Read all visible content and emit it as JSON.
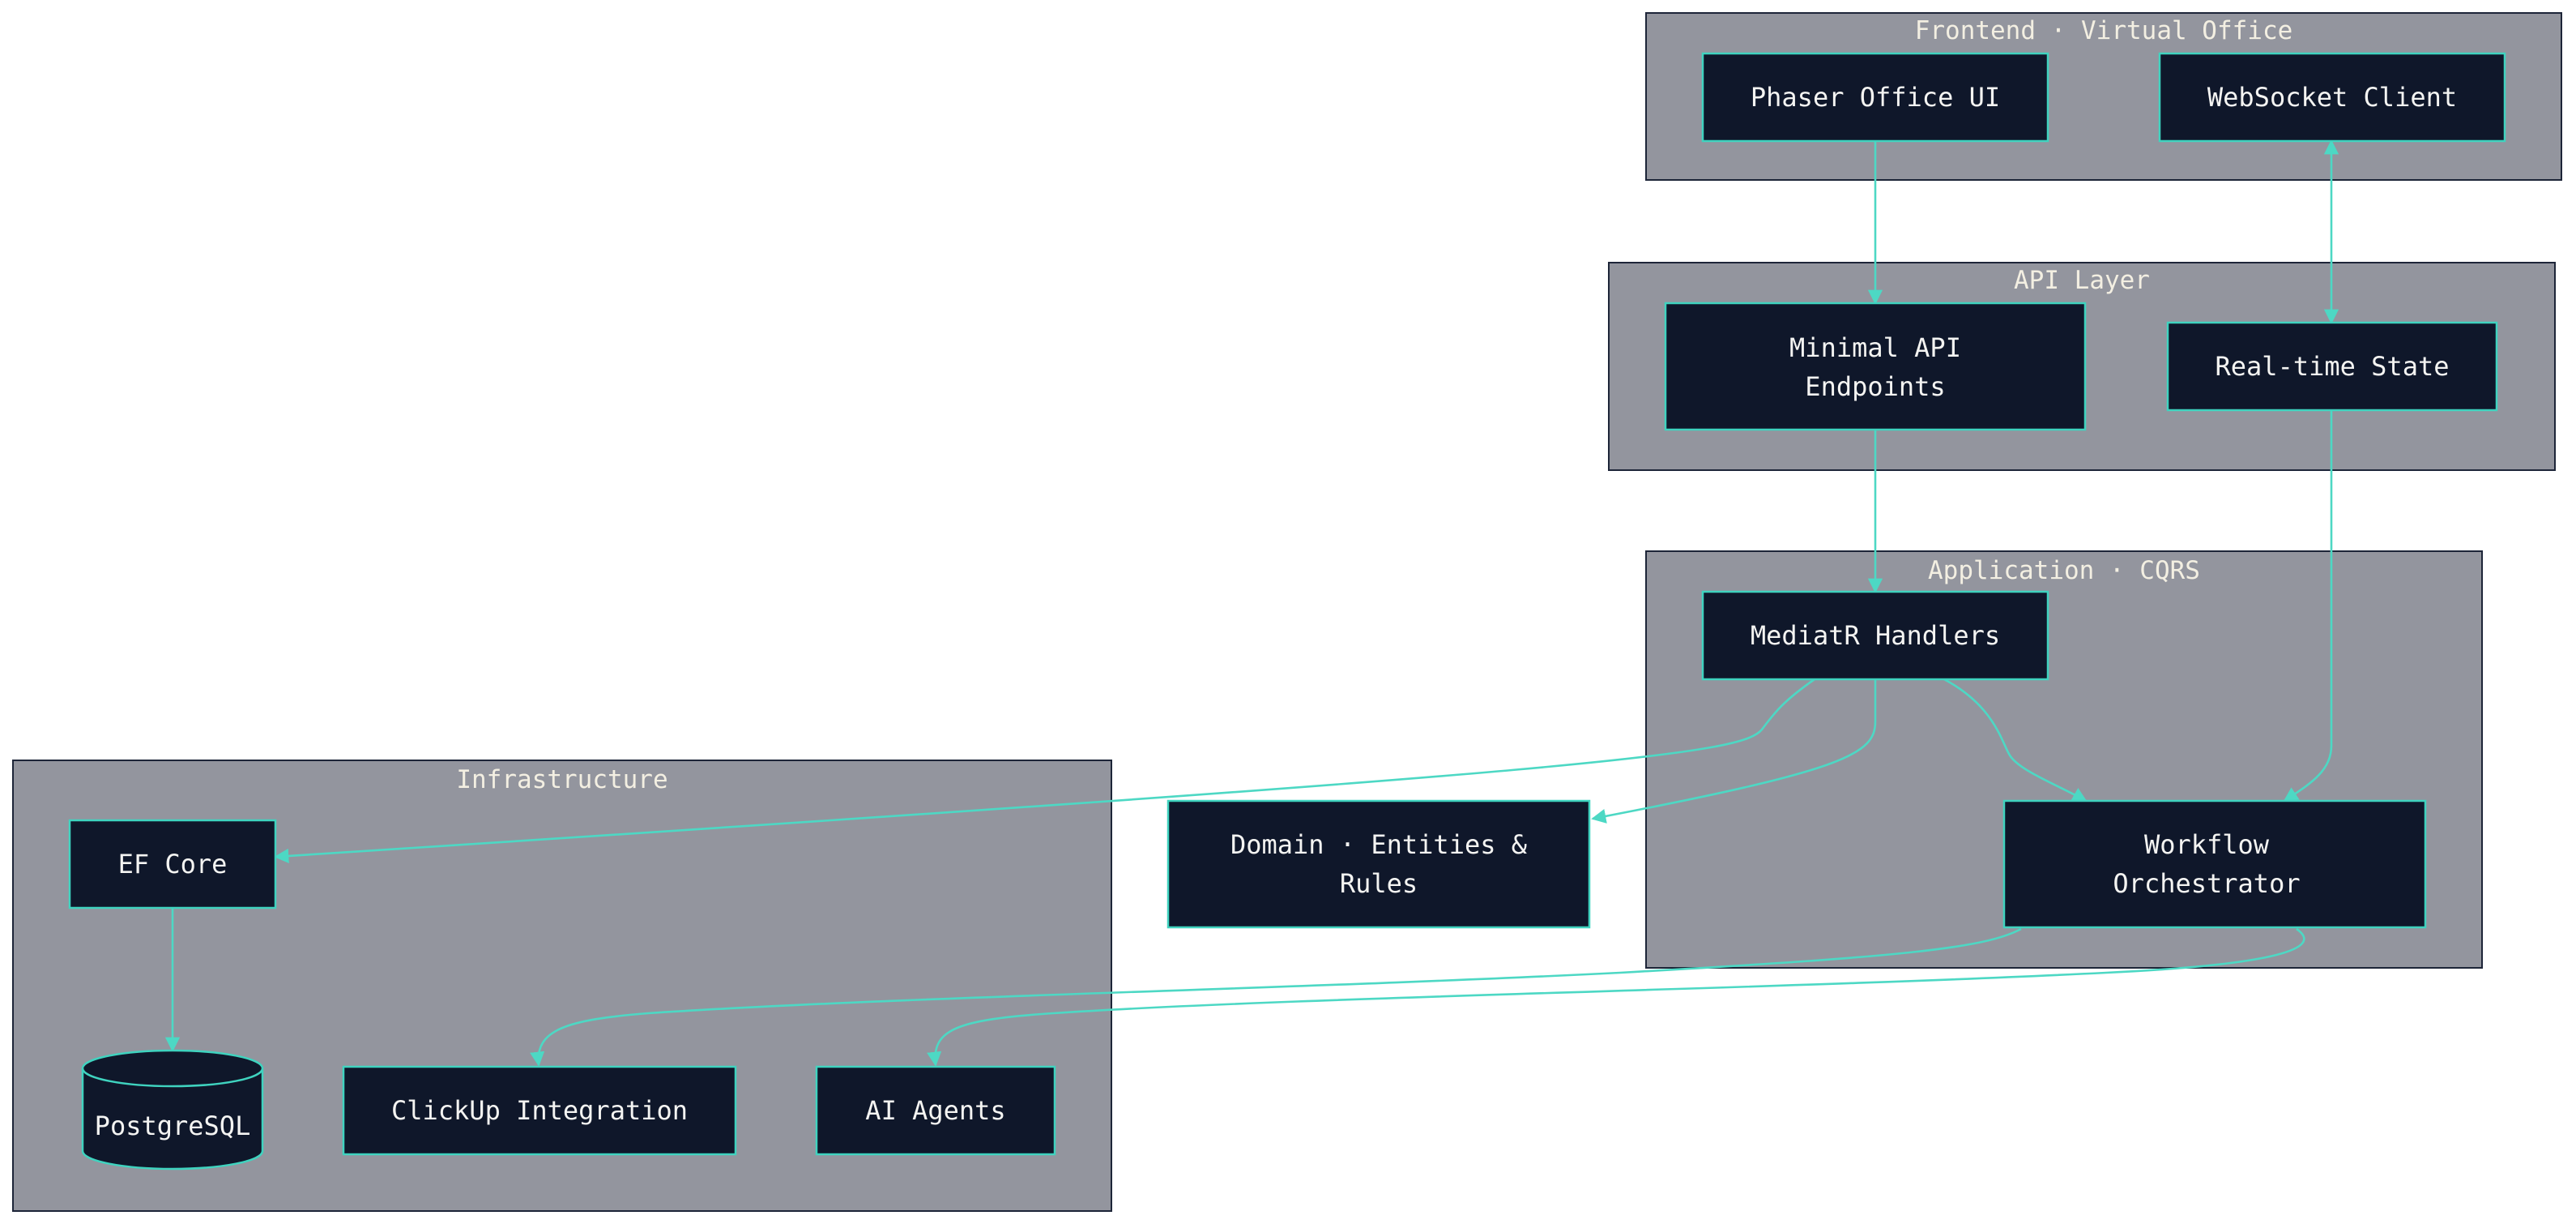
{
  "groups": {
    "frontend": "Frontend · Virtual Office",
    "api": "API Layer",
    "application": "Application · CQRS",
    "infrastructure": "Infrastructure"
  },
  "nodes": {
    "phaser": "Phaser Office UI",
    "websocket": "WebSocket Client",
    "minimal_api": [
      "Minimal API",
      "Endpoints"
    ],
    "realtime": "Real-time State",
    "mediatr": "MediatR Handlers",
    "workflow": [
      "Workflow",
      "Orchestrator"
    ],
    "domain": [
      "Domain · Entities &",
      "Rules"
    ],
    "efcore": "EF Core",
    "postgres": "PostgreSQL",
    "clickup": "ClickUp Integration",
    "ai_agents": "AI Agents"
  },
  "colors": {
    "group_fill": "#93959e",
    "node_fill": "#0f172a",
    "accent": "#3fd3bf",
    "group_title": "#f3efe2"
  }
}
